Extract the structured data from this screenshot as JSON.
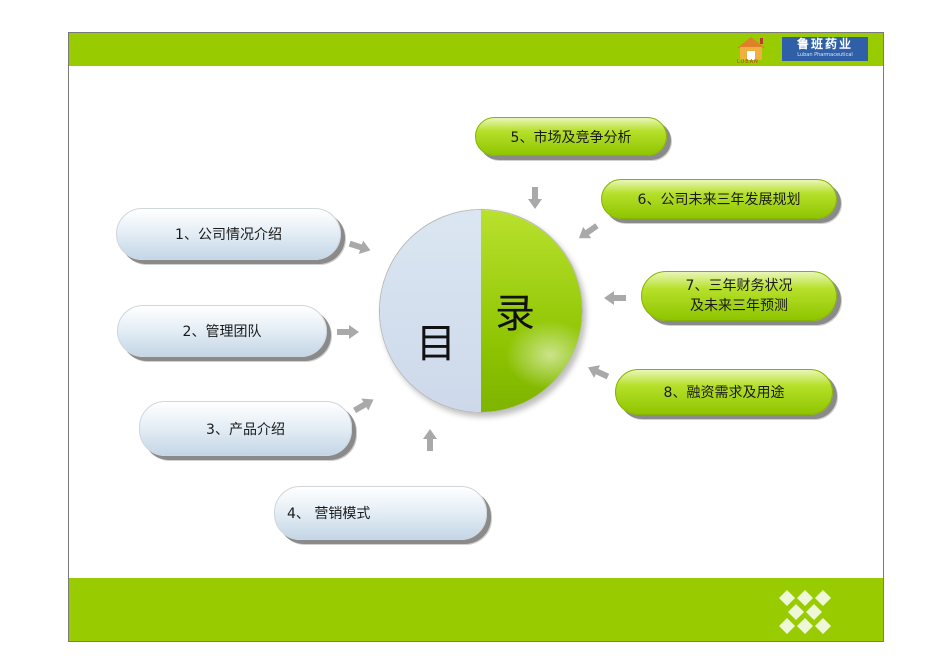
{
  "logo": {
    "cn": "鲁班药业",
    "en": "Luban Pharmaceutical",
    "mark_caption": "LUBAN"
  },
  "center": {
    "left_char": "目",
    "right_char": "录"
  },
  "items": [
    {
      "id": "1",
      "lines": [
        "1、公司情况介绍"
      ]
    },
    {
      "id": "2",
      "lines": [
        "2、管理团队"
      ]
    },
    {
      "id": "3",
      "lines": [
        "3、产品介绍"
      ]
    },
    {
      "id": "4",
      "lines": [
        "4、  营销模式"
      ]
    },
    {
      "id": "5",
      "lines": [
        "5、市场及竞争分析"
      ]
    },
    {
      "id": "6",
      "lines": [
        "6、公司未来三年发展规划"
      ]
    },
    {
      "id": "7",
      "lines": [
        "7、三年财务状况",
        "及未来三年预测"
      ]
    },
    {
      "id": "8",
      "lines": [
        "8、融资需求及用途"
      ]
    }
  ],
  "colors": {
    "accent_green": "#99cc00",
    "pill_blue": "#cddbe9",
    "logo_blue": "#2f5fa6",
    "arrow_gray": "#a9a9a9"
  }
}
